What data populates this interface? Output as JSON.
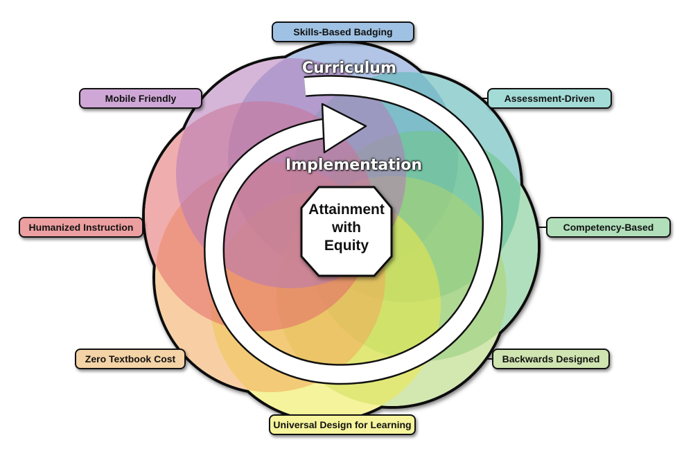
{
  "center": {
    "line1": "Attainment",
    "line2": "with",
    "line3": "Equity"
  },
  "spiral": {
    "outer_label": "Curriculum",
    "inner_label": "Implementation"
  },
  "labels": {
    "skills_based_badging": "Skills-Based Badging",
    "assessment_driven": "Assessment-Driven",
    "competency_based": "Competency-Based",
    "backwards_designed": "Backwards Designed",
    "universal_design": "Universal Design for Learning",
    "zero_textbook_cost": "Zero Textbook Cost",
    "humanized_instruction": "Humanized Instruction",
    "mobile_friendly": "Mobile Friendly"
  },
  "colors": {
    "skills_based_badging": "#9fc2e4",
    "assessment_driven": "#a3dbd6",
    "competency_based": "#b0dfba",
    "backwards_designed": "#cfe4b0",
    "universal_design": "#f6f49c",
    "zero_textbook_cost": "#f4d3a6",
    "humanized_instruction": "#ec9fa0",
    "mobile_friendly": "#cfa7d6"
  }
}
